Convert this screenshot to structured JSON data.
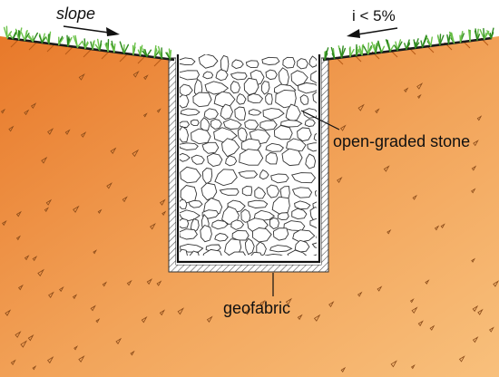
{
  "labels": {
    "slope": "slope",
    "grade": "i < 5%",
    "stone": "open-graded stone",
    "geofabric": "geofabric"
  },
  "colors": {
    "soil_dark": "#e8792a",
    "soil_light": "#f6b56a",
    "grass": "#2f8a1f",
    "grass_light": "#6cc24a",
    "ground_line": "#1a1a1a",
    "stone_fill": "#ffffff",
    "stone_stroke": "#333333",
    "fabric": "#555555",
    "text": "#111111"
  },
  "icons": [
    "slope-arrow-icon",
    "grade-arrow-icon",
    "grass-icon"
  ]
}
